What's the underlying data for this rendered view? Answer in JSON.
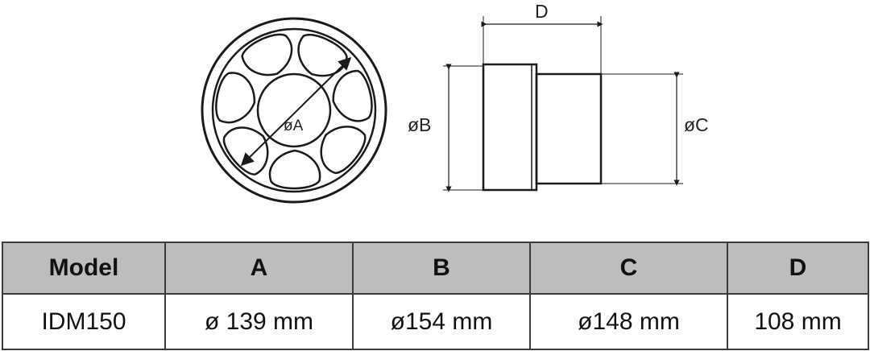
{
  "drawing": {
    "label_a": "øA",
    "label_b": "øB",
    "label_c": "øC",
    "label_d": "D",
    "stroke_color": "#1a1a1a"
  },
  "table": {
    "header_bg": "#bdbdbd",
    "headers": [
      "Model",
      "A",
      "B",
      "C",
      "D"
    ],
    "row": [
      "IDM150",
      "ø 139 mm",
      "ø154 mm",
      "ø148 mm",
      "108 mm"
    ]
  }
}
